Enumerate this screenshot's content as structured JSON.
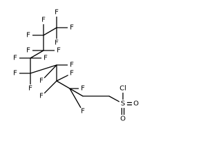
{
  "molecule": {
    "atoms": [
      {
        "id": "c1",
        "label": ""
      },
      {
        "id": "c2",
        "label": ""
      },
      {
        "id": "c3",
        "label": ""
      },
      {
        "id": "c4",
        "label": ""
      },
      {
        "id": "c5",
        "label": ""
      },
      {
        "id": "c6",
        "label": ""
      },
      {
        "id": "c7",
        "label": ""
      },
      {
        "id": "c8",
        "label": ""
      },
      {
        "id": "c9",
        "label": ""
      },
      {
        "id": "c10",
        "label": ""
      },
      {
        "id": "s",
        "label": "S"
      },
      {
        "id": "o1",
        "label": "O"
      },
      {
        "id": "o2",
        "label": "O"
      },
      {
        "id": "cl",
        "label": "Cl"
      },
      {
        "id": "f1a",
        "label": "F"
      },
      {
        "id": "f1b",
        "label": "F"
      },
      {
        "id": "f1c",
        "label": "F"
      },
      {
        "id": "f2a",
        "label": "F"
      },
      {
        "id": "f2b",
        "label": "F"
      },
      {
        "id": "f3a",
        "label": "F"
      },
      {
        "id": "f3b",
        "label": "F"
      },
      {
        "id": "f4a",
        "label": "F"
      },
      {
        "id": "f4b",
        "label": "F"
      },
      {
        "id": "f5a",
        "label": "F"
      },
      {
        "id": "f5b",
        "label": "F"
      },
      {
        "id": "f6a",
        "label": "F"
      },
      {
        "id": "f6b",
        "label": "F"
      },
      {
        "id": "f7a",
        "label": "F"
      },
      {
        "id": "f7b",
        "label": "F"
      },
      {
        "id": "f8a",
        "label": "F"
      },
      {
        "id": "f8b",
        "label": "F"
      }
    ],
    "bonds": [
      {
        "a": "c1",
        "b": "c2",
        "order": 1
      },
      {
        "a": "c2",
        "b": "c3",
        "order": 1
      },
      {
        "a": "c3",
        "b": "c4",
        "order": 1
      },
      {
        "a": "c4",
        "b": "c5",
        "order": 1
      },
      {
        "a": "c5",
        "b": "c6",
        "order": 1
      },
      {
        "a": "c6",
        "b": "c7",
        "order": 1
      },
      {
        "a": "c7",
        "b": "c8",
        "order": 1
      },
      {
        "a": "c8",
        "b": "c9",
        "order": 1
      },
      {
        "a": "c9",
        "b": "c10",
        "order": 1
      },
      {
        "a": "c10",
        "b": "s",
        "order": 1
      },
      {
        "a": "s",
        "b": "o1",
        "order": 2
      },
      {
        "a": "s",
        "b": "o2",
        "order": 2
      },
      {
        "a": "s",
        "b": "cl",
        "order": 1
      },
      {
        "a": "c1",
        "b": "f1a",
        "order": 1
      },
      {
        "a": "c1",
        "b": "f1b",
        "order": 1
      },
      {
        "a": "c1",
        "b": "f1c",
        "order": 1
      },
      {
        "a": "c2",
        "b": "f2a",
        "order": 1
      },
      {
        "a": "c2",
        "b": "f2b",
        "order": 1
      },
      {
        "a": "c3",
        "b": "f3a",
        "order": 1
      },
      {
        "a": "c3",
        "b": "f3b",
        "order": 1
      },
      {
        "a": "c4",
        "b": "f4a",
        "order": 1
      },
      {
        "a": "c4",
        "b": "f4b",
        "order": 1
      },
      {
        "a": "c5",
        "b": "f5a",
        "order": 1
      },
      {
        "a": "c5",
        "b": "f5b",
        "order": 1
      },
      {
        "a": "c6",
        "b": "f6a",
        "order": 1
      },
      {
        "a": "c6",
        "b": "f6b",
        "order": 1
      },
      {
        "a": "c7",
        "b": "f7a",
        "order": 1
      },
      {
        "a": "c7",
        "b": "f7b",
        "order": 1
      },
      {
        "a": "c8",
        "b": "f8a",
        "order": 1
      },
      {
        "a": "c8",
        "b": "f8b",
        "order": 1
      }
    ]
  }
}
